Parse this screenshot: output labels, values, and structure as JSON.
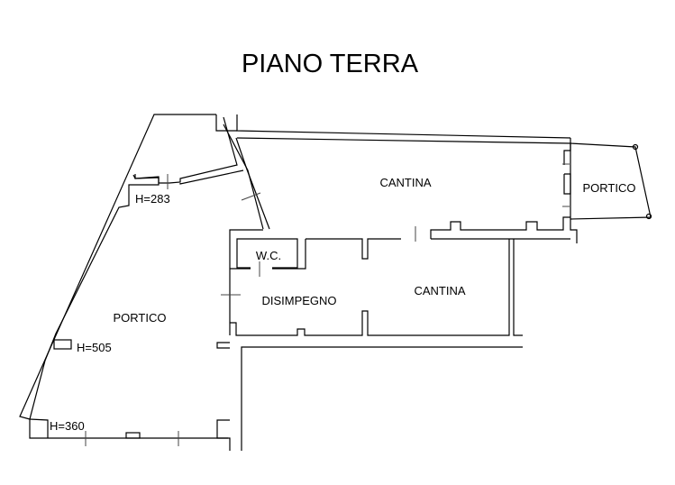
{
  "title": "PIANO TERRA",
  "rooms": {
    "cantina_top": "CANTINA",
    "portico_right": "PORTICO",
    "wc": "W.C.",
    "disimpegno": "DISIMPEGNO",
    "cantina_bottom": "CANTINA",
    "portico_left": "PORTICO"
  },
  "heights": {
    "h1": "H=283",
    "h2": "H=505",
    "h3": "H=360"
  }
}
